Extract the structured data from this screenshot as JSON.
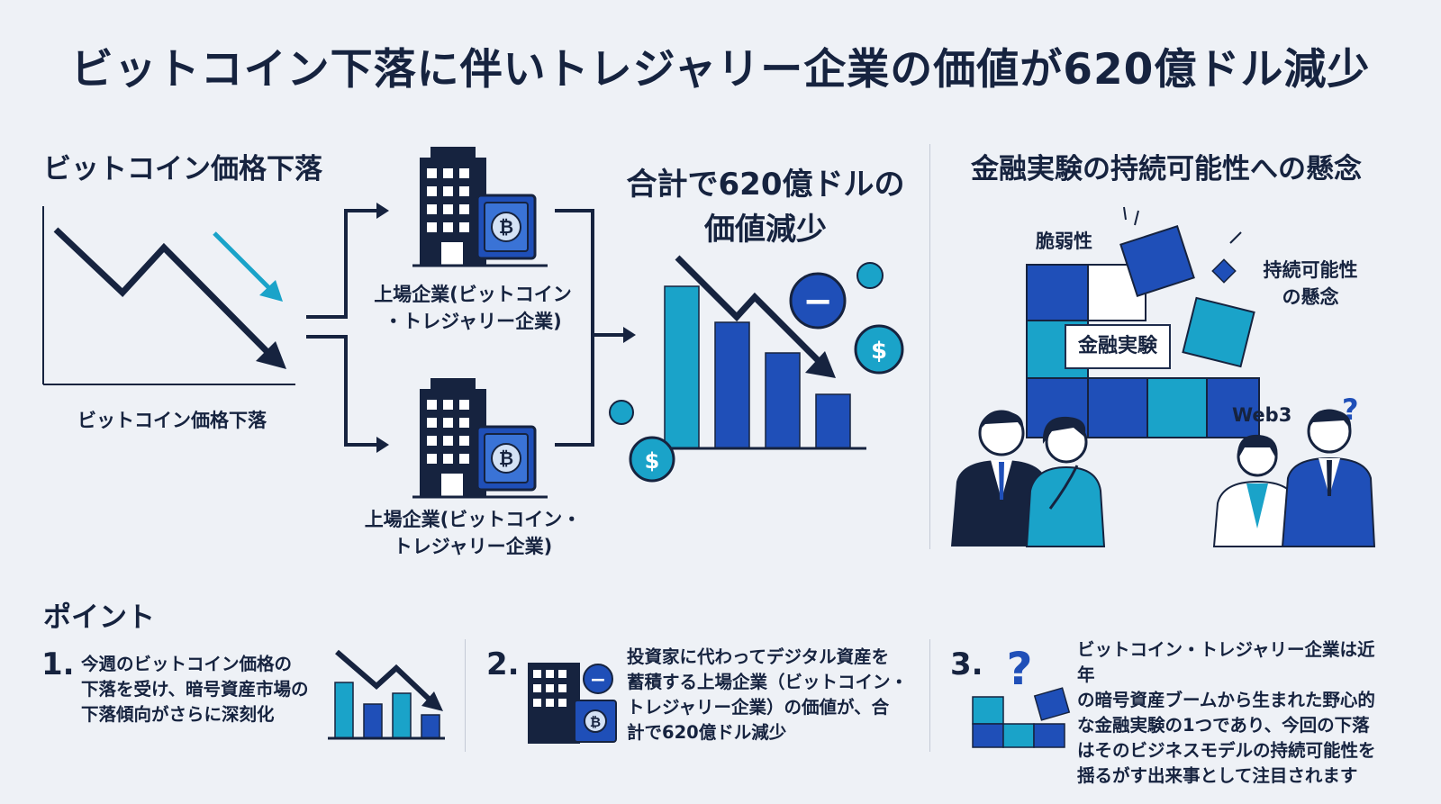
{
  "title": "ビットコイン下落に伴いトレジャリー企業の価値が620億ドル減少",
  "left_panel": {
    "heading": "ビットコイン価格下落",
    "chart_caption": "ビットコイン価格下落"
  },
  "companies": {
    "top_label": "上場企業(ビットコイン\n・トレジャリー企業)",
    "bottom_label": "上場企業(ビットコイン・\nトレジャリー企業)",
    "bitcoin_symbol": "₿"
  },
  "total": {
    "heading": "合計で620億ドルの\n価値減少",
    "minus_symbol": "−",
    "dollar_symbol": "$"
  },
  "right_panel": {
    "heading": "金融実験の持続可能性への懸念",
    "fragility": "脆弱性",
    "sustainability_concern": "持続可能性\nの懸念",
    "experiment": "金融実験",
    "web3": "Web3",
    "question": "?"
  },
  "points": {
    "heading": "ポイント",
    "items": [
      {
        "num": "1.",
        "text": "今週のビットコイン価格の\n下落を受け、暗号資産市場の\n下落傾向がさらに深刻化"
      },
      {
        "num": "2.",
        "text": "投資家に代わってデジタル資産を\n蓄積する上場企業（ビットコイン・\nトレジャリー企業）の価値が、合\n計で620億ドル減少"
      },
      {
        "num": "3.",
        "text": "ビットコイン・トレジャリー企業は近年\nの暗号資産ブームから生まれた野心的\nな金融実験の1つであり、今回の下落\nはそのビジネスモデルの持続可能性を\n揺るがす出来事として注目されます"
      }
    ]
  },
  "colors": {
    "navy": "#16233f",
    "royal_blue": "#1f4fb8",
    "cyan": "#1aa3c9",
    "light_cyan": "#3cb8d6",
    "background": "#eef1f6"
  }
}
